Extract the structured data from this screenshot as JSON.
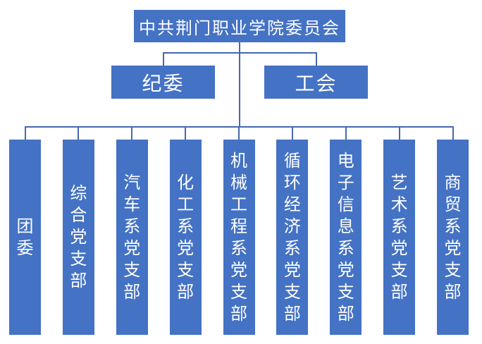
{
  "colors": {
    "node_fill": "#4472C4",
    "node_text": "#FFFFFF",
    "connector": "#4569AC"
  },
  "tree": {
    "root": {
      "label": "中共荆门职业学院委员会"
    },
    "level2": [
      {
        "label": "纪委"
      },
      {
        "label": "工会"
      }
    ],
    "level3": [
      {
        "label": "团委"
      },
      {
        "label": "综合党支部"
      },
      {
        "label": "汽车系党支部"
      },
      {
        "label": "化工系党支部"
      },
      {
        "label": "机械工程系党支部"
      },
      {
        "label": "循环经济系党支部"
      },
      {
        "label": "电子信息系党支部"
      },
      {
        "label": "艺术系党支部"
      },
      {
        "label": "商贸系党支部"
      }
    ]
  }
}
